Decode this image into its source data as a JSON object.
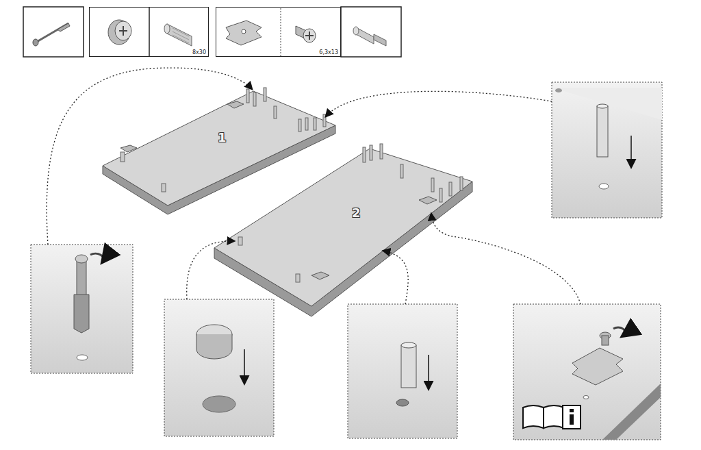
{
  "diagram": {
    "nodes": [
      {
        "text": [
          "8x30"
        ]
      },
      {
        "text": [
          "6,3x13"
        ]
      }
    ],
    "labels": [
      "1",
      "2"
    ]
  }
}
